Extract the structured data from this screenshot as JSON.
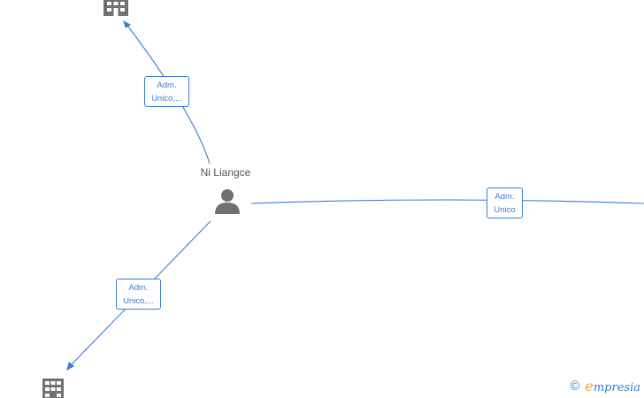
{
  "nodes": {
    "person": {
      "name": "Ni Liangce",
      "icon": "person-icon"
    },
    "company_top": {
      "icon": "building-icon"
    },
    "company_bottom": {
      "icon": "building-icon"
    }
  },
  "edges": [
    {
      "id": "edge-top",
      "label_lines": [
        "Adm.",
        "Unico,..."
      ]
    },
    {
      "id": "edge-right",
      "label_lines": [
        "Adm.",
        "Unico"
      ]
    },
    {
      "id": "edge-bottom",
      "label_lines": [
        "Adm.",
        "Unico,..."
      ]
    }
  ],
  "footer": {
    "copyright_symbol": "©",
    "brand_initial": "e",
    "brand_rest": "mpresia"
  },
  "colors": {
    "edge": "#3a7bd5",
    "icon": "#707070",
    "brand_accent": "#f0a030"
  }
}
